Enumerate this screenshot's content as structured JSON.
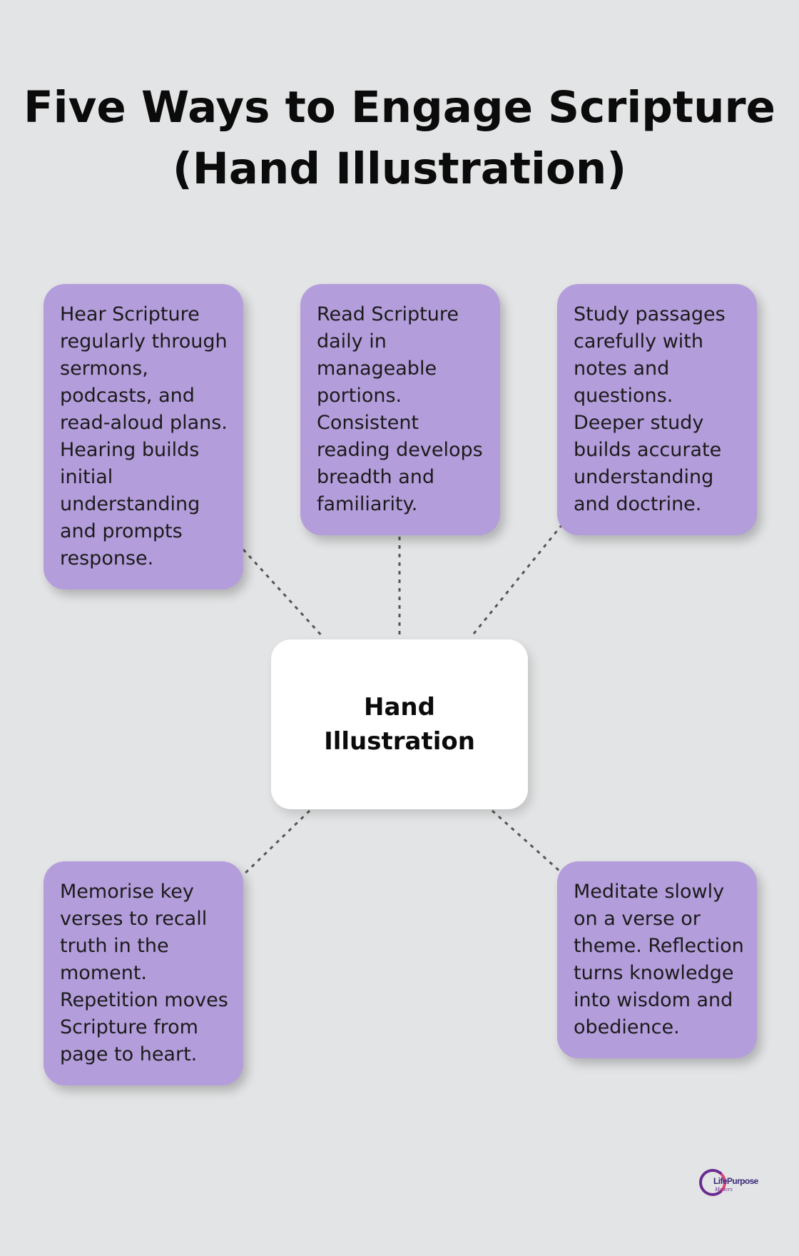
{
  "title": {
    "line1": "Five Ways to Engage Scripture",
    "line2": "(Hand Illustration)"
  },
  "center": {
    "line1": "Hand",
    "line2": "Illustration"
  },
  "cards": {
    "hear": "Hear Scripture regularly through sermons, podcasts, and read-aloud plans. Hearing builds initial understanding and prompts response.",
    "read": "Read Scripture daily in manageable portions. Consistent reading develops breadth and familiarity.",
    "study": "Study passages carefully with notes and questions. Deeper study builds accurate understanding and doctrine.",
    "memorise": "Memorise key verses to recall truth in the moment. Repetition moves Scripture from page to heart.",
    "meditate": "Meditate slowly on a verse or theme. Reflection turns knowledge into wisdom and obedience."
  },
  "logo": {
    "main": "LifePurpose",
    "sub": "Matters"
  },
  "colors": {
    "background": "#e3e4e5",
    "card": "#b39ddb",
    "center_box": "#ffffff",
    "connector": "#555555"
  }
}
